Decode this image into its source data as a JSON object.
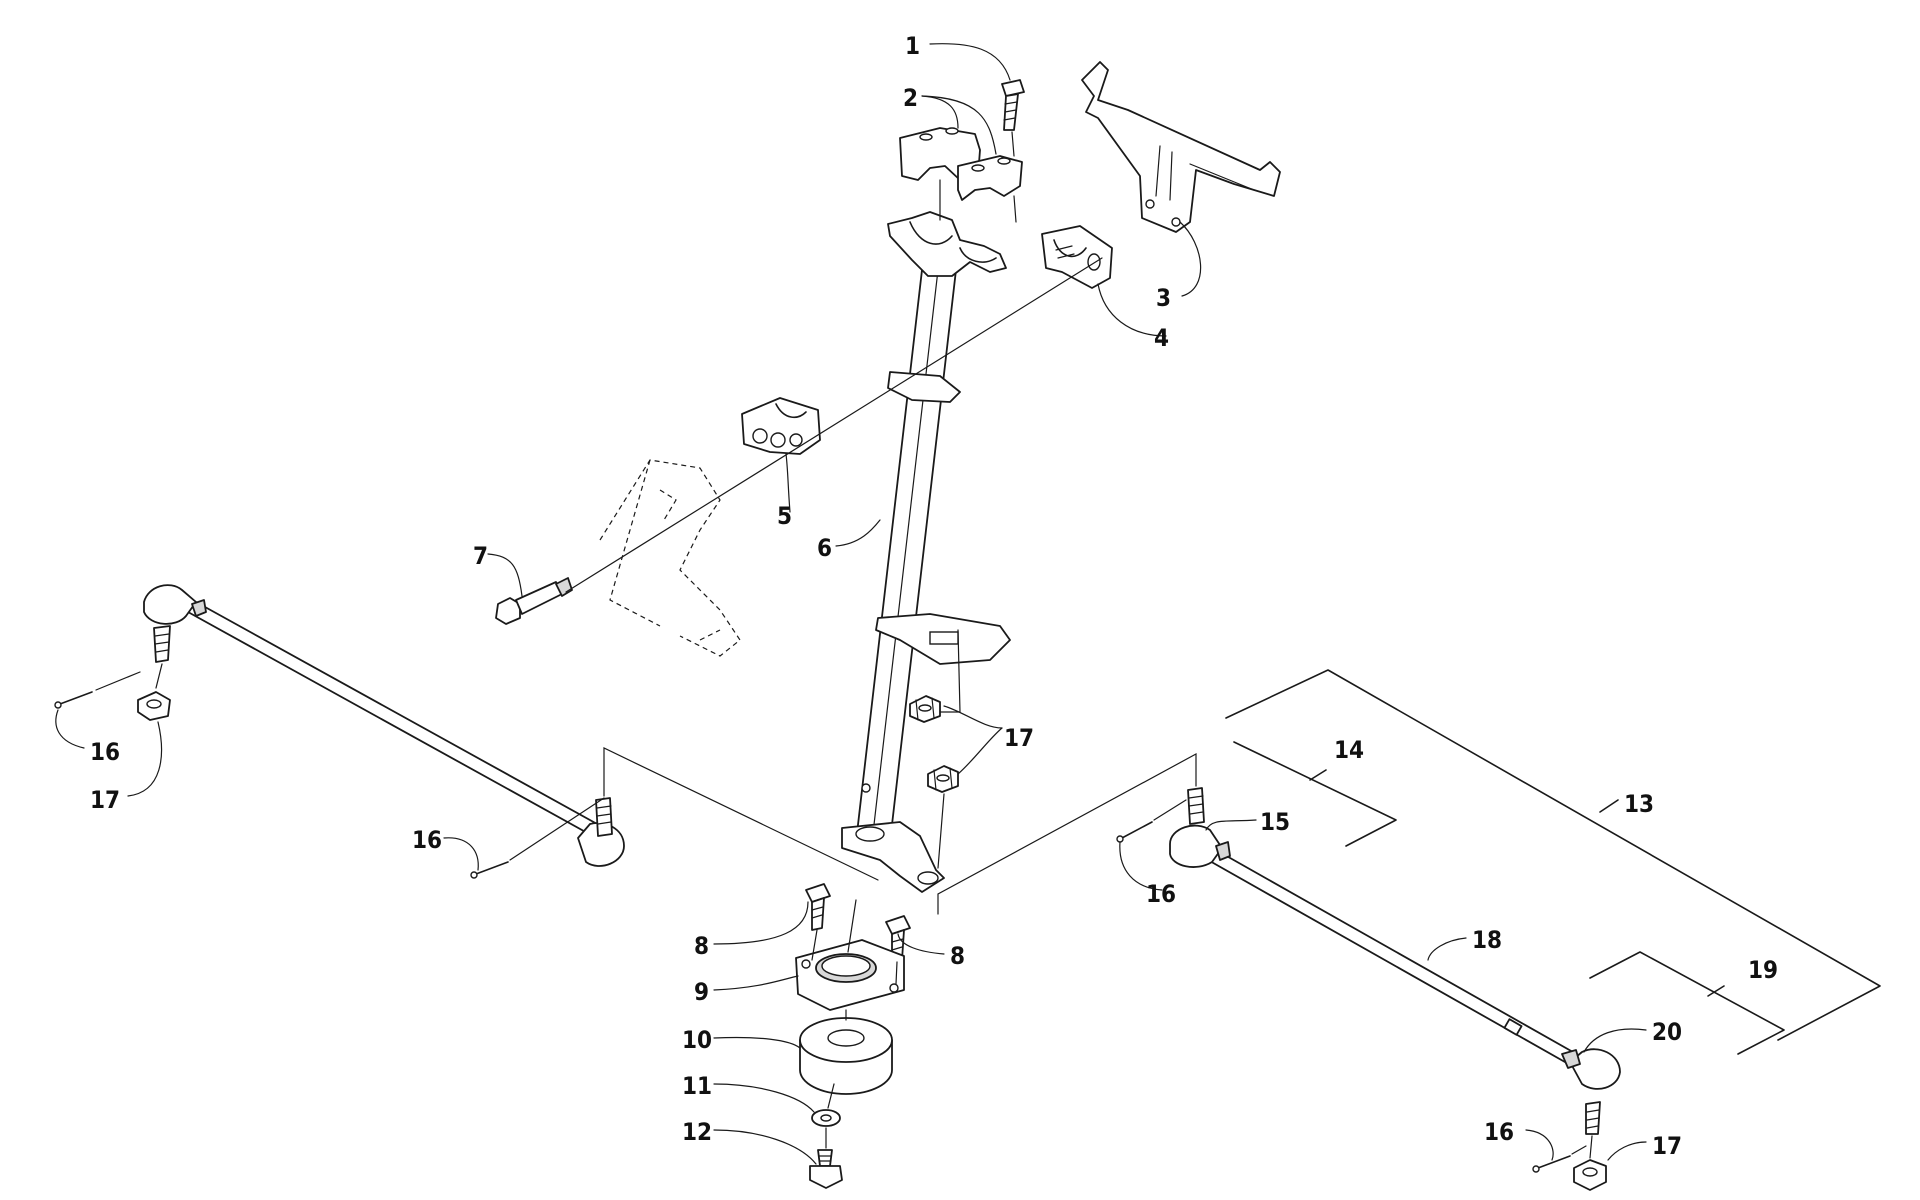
{
  "callouts": [
    {
      "id": "c1",
      "label": "1"
    },
    {
      "id": "c2",
      "label": "2"
    },
    {
      "id": "c3",
      "label": "3"
    },
    {
      "id": "c4",
      "label": "4"
    },
    {
      "id": "c5",
      "label": "5"
    },
    {
      "id": "c6",
      "label": "6"
    },
    {
      "id": "c7",
      "label": "7"
    },
    {
      "id": "c8a",
      "label": "8"
    },
    {
      "id": "c8b",
      "label": "8"
    },
    {
      "id": "c9",
      "label": "9"
    },
    {
      "id": "c10",
      "label": "10"
    },
    {
      "id": "c11",
      "label": "11"
    },
    {
      "id": "c12",
      "label": "12"
    },
    {
      "id": "c13",
      "label": "13"
    },
    {
      "id": "c14",
      "label": "14"
    },
    {
      "id": "c15",
      "label": "15"
    },
    {
      "id": "c16a",
      "label": "16"
    },
    {
      "id": "c16b",
      "label": "16"
    },
    {
      "id": "c16c",
      "label": "16"
    },
    {
      "id": "c16d",
      "label": "16"
    },
    {
      "id": "c17a",
      "label": "17"
    },
    {
      "id": "c17b",
      "label": "17"
    },
    {
      "id": "c17c",
      "label": "17"
    },
    {
      "id": "c18",
      "label": "18"
    },
    {
      "id": "c19",
      "label": "19"
    },
    {
      "id": "c20",
      "label": "20"
    }
  ]
}
